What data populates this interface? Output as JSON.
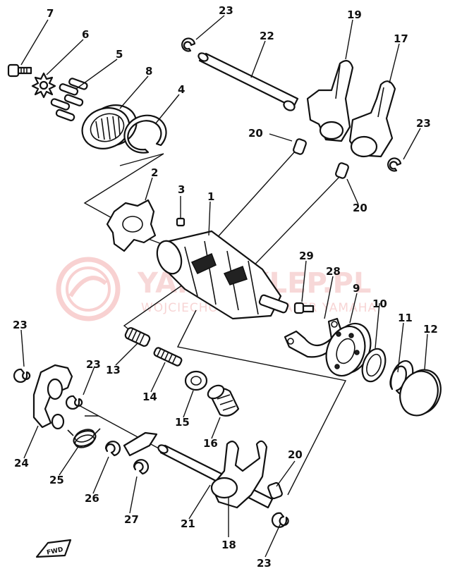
{
  "watermark": {
    "title": "YAMASKLEP.PL",
    "subtitle": "WOJCIECHOWSKI · DEALER YAMAHA"
  },
  "fwd_label": "FWD",
  "callouts": {
    "p1": "1",
    "p2": "2",
    "p3": "3",
    "p4": "4",
    "p5": "5",
    "p6": "6",
    "p7": "7",
    "p8": "8",
    "p9": "9",
    "p10": "10",
    "p11": "11",
    "p12": "12",
    "p13": "13",
    "p14": "14",
    "p15": "15",
    "p16": "16",
    "p17": "17",
    "p18": "18",
    "p19": "19",
    "p20a": "20",
    "p20b": "20",
    "p20c": "20",
    "p21": "21",
    "p22": "22",
    "p23a": "23",
    "p23b": "23",
    "p23c": "23",
    "p23d": "23",
    "p23e": "23",
    "p24": "24",
    "p25": "25",
    "p26": "26",
    "p27": "27",
    "p28": "28",
    "p29": "29"
  }
}
